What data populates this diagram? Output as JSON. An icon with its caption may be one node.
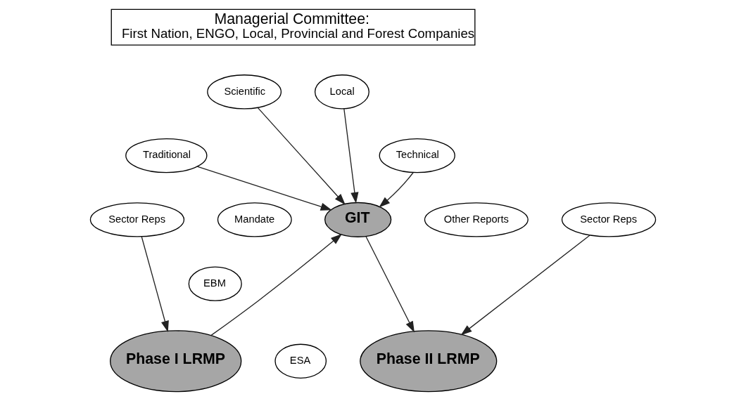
{
  "diagram": {
    "nodes": [
      {
        "text": [
          "Managerial Committee:",
          "First Nation, ENGO, Local, Provincial and Forest Companies"
        ]
      },
      {
        "text": [
          "Scientific"
        ]
      },
      {
        "text": [
          "Local"
        ]
      },
      {
        "text": [
          "Traditional"
        ]
      },
      {
        "text": [
          "Technical"
        ]
      },
      {
        "text": [
          "GIT"
        ]
      },
      {
        "text": [
          "Sector Reps"
        ]
      },
      {
        "text": [
          "Mandate"
        ]
      },
      {
        "text": [
          "Other Reports"
        ]
      },
      {
        "text": [
          "Sector Reps"
        ]
      },
      {
        "text": [
          "EBM"
        ]
      },
      {
        "text": [
          "ESA"
        ]
      },
      {
        "text": [
          "Phase I LRMP"
        ]
      },
      {
        "text": [
          "Phase II LRMP"
        ]
      }
    ],
    "edges": [
      {
        "from": 3,
        "to": 5,
        "arrow": "to"
      },
      {
        "from": 1,
        "to": 5,
        "arrow": "to"
      },
      {
        "from": 2,
        "to": 5,
        "arrow": "to"
      },
      {
        "from": 4,
        "to": 5,
        "arrow": "to"
      },
      {
        "from": 6,
        "to": 12,
        "arrow": "to"
      },
      {
        "from": 12,
        "to": 5,
        "arrow": "to"
      },
      {
        "from": 5,
        "to": 13,
        "arrow": "to"
      },
      {
        "from": 9,
        "to": 13,
        "arrow": "to"
      }
    ]
  }
}
